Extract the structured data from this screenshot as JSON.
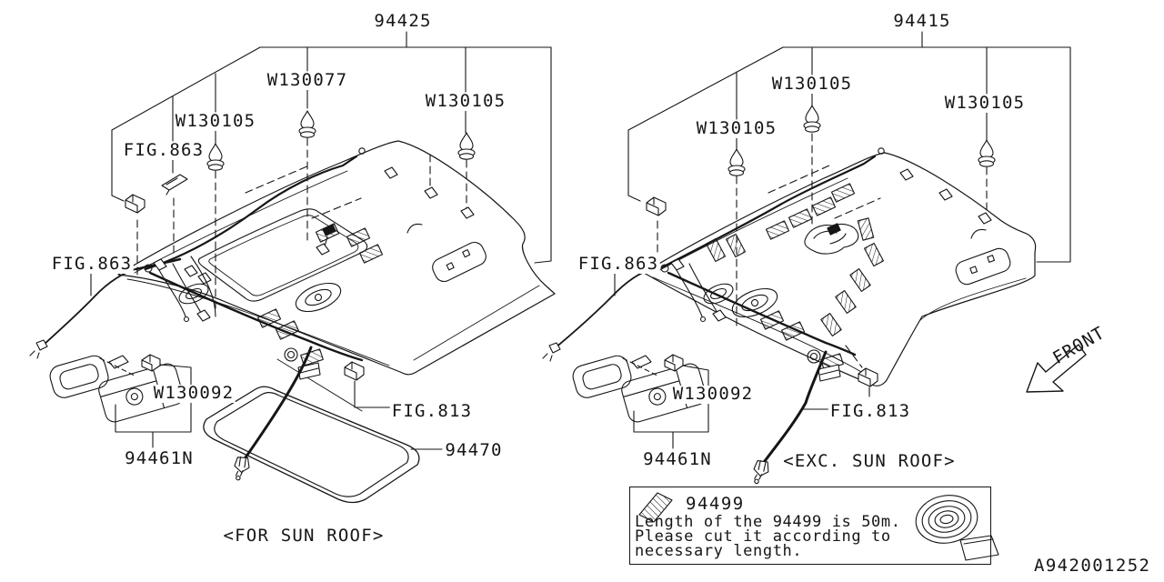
{
  "left_view": {
    "caption": "<FOR SUN ROOF>",
    "part_main": "94425",
    "clip_w130077": "W130077",
    "clip_w130105_a": "W130105",
    "clip_w130105_b": "W130105",
    "fig_top": "FIG.863",
    "fig_side": "FIG.863",
    "clip_w130092": "W130092",
    "fig_rear": "FIG.813",
    "part_bracket": "94461N",
    "part_seal": "94470"
  },
  "right_view": {
    "caption": "<EXC. SUN ROOF>",
    "part_main": "94415",
    "clip_w130105_a": "W130105",
    "clip_w130105_b": "W130105",
    "clip_w130105_c": "W130105",
    "fig_side": "FIG.863",
    "clip_w130092": "W130092",
    "fig_rear": "FIG.813",
    "part_bracket": "94461N"
  },
  "legend": {
    "part_number": "94499",
    "note_line1": "Length of the 94499 is 50m.",
    "note_line2": "Please cut it according to",
    "note_line3": "necessary length."
  },
  "front_label": "FRONT",
  "drawing_number": "A942001252",
  "colors": {
    "line": "#161616",
    "background": "#ffffff"
  }
}
